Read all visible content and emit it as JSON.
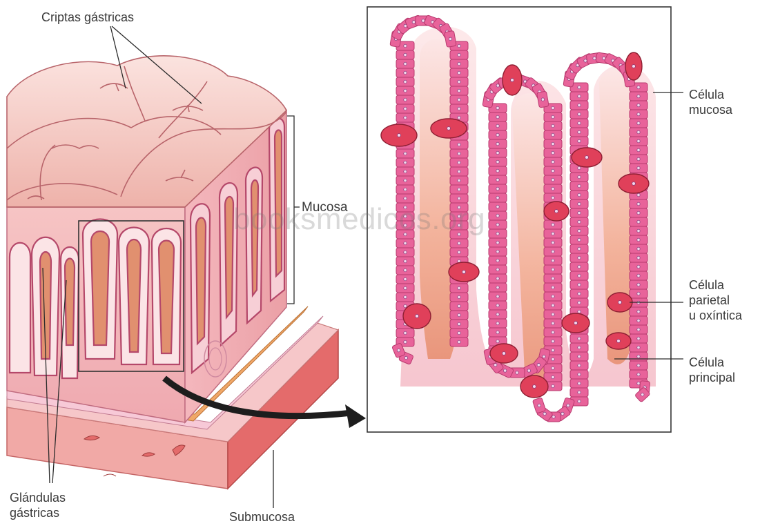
{
  "labels": {
    "criptas": "Criptas gástricas",
    "mucosa": "Mucosa",
    "glandulas_1": "Glándulas",
    "glandulas_2": "gástricas",
    "submucosa": "Submucosa",
    "cel_mucosa_1": "Célula",
    "cel_mucosa_2": "mucosa",
    "cel_parietal_1": "Célula",
    "cel_parietal_2": "parietal",
    "cel_parietal_3": "u oxíntica",
    "cel_principal_1": "Célula",
    "cel_principal_2": "principal"
  },
  "watermark": "booksmedicos.org",
  "colors": {
    "epithelium": "#e8639a",
    "epithelium_edge": "#b83a6e",
    "parietal_cell": "#e0405a",
    "lamina": "#f3c2c6",
    "submucosa": "#e46b6b",
    "muscularis": "#f0a868",
    "label_text": "#3a3a3a"
  }
}
